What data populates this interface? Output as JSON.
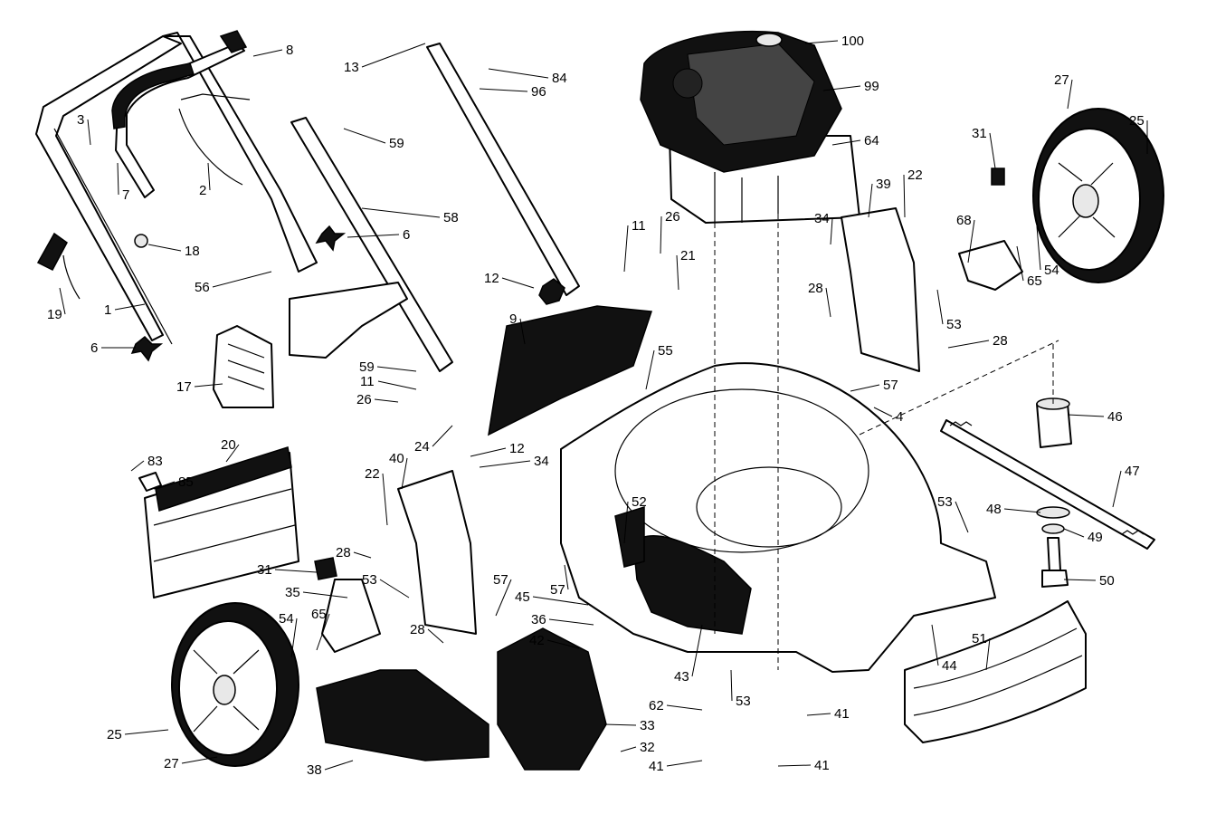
{
  "diagram": {
    "type": "exploded-parts-diagram",
    "labels": [
      "100",
      "99",
      "64",
      "8",
      "13",
      "84",
      "96",
      "59",
      "58",
      "3",
      "7",
      "2",
      "18",
      "6",
      "19",
      "1",
      "56",
      "17",
      "12",
      "9",
      "11",
      "26",
      "21",
      "55",
      "4",
      "57",
      "24",
      "34",
      "20",
      "83",
      "85",
      "22",
      "40",
      "31",
      "35",
      "28",
      "53",
      "54",
      "65",
      "52",
      "45",
      "36",
      "42",
      "43",
      "27",
      "25",
      "38",
      "33",
      "32",
      "62",
      "41",
      "44",
      "51",
      "46",
      "47",
      "48",
      "49",
      "50",
      "39",
      "68"
    ]
  }
}
